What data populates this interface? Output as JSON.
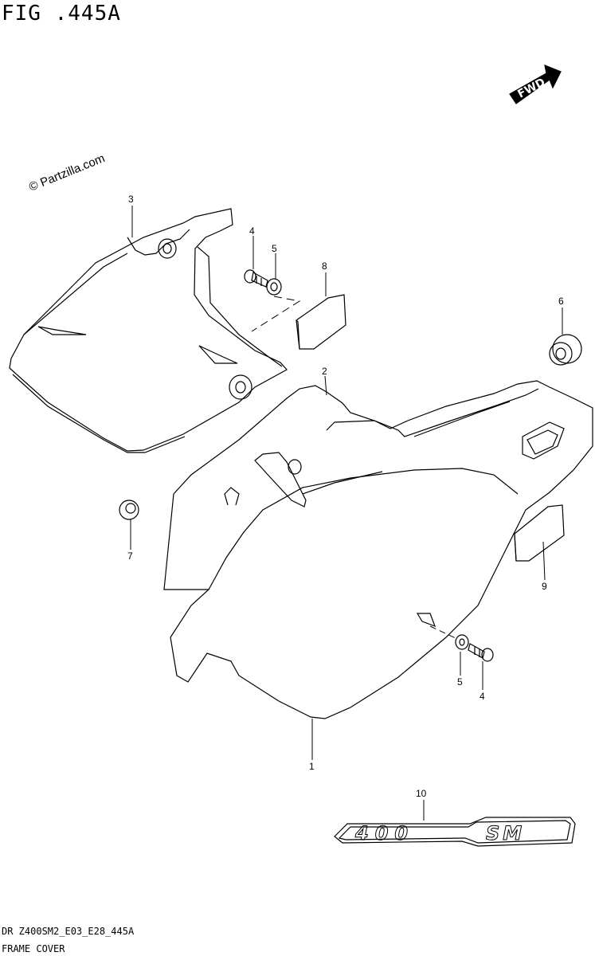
{
  "figure": {
    "title": "FIG .445A"
  },
  "watermark": "© Partzilla.com",
  "fwd_badge": "FWD",
  "callouts": [
    {
      "id": "1",
      "text": "1"
    },
    {
      "id": "2",
      "text": "2"
    },
    {
      "id": "3",
      "text": "3"
    },
    {
      "id": "4a",
      "text": "4"
    },
    {
      "id": "5a",
      "text": "5"
    },
    {
      "id": "6",
      "text": "6"
    },
    {
      "id": "7",
      "text": "7"
    },
    {
      "id": "8",
      "text": "8"
    },
    {
      "id": "9",
      "text": "9"
    },
    {
      "id": "4b",
      "text": "4"
    },
    {
      "id": "5b",
      "text": "5"
    },
    {
      "id": "10",
      "text": "10"
    }
  ],
  "emblem": {
    "digits": "400",
    "badge": "SM"
  },
  "footer": {
    "code": "DR Z400SM2_E03_E28_445A",
    "caption": "FRAME COVER"
  }
}
